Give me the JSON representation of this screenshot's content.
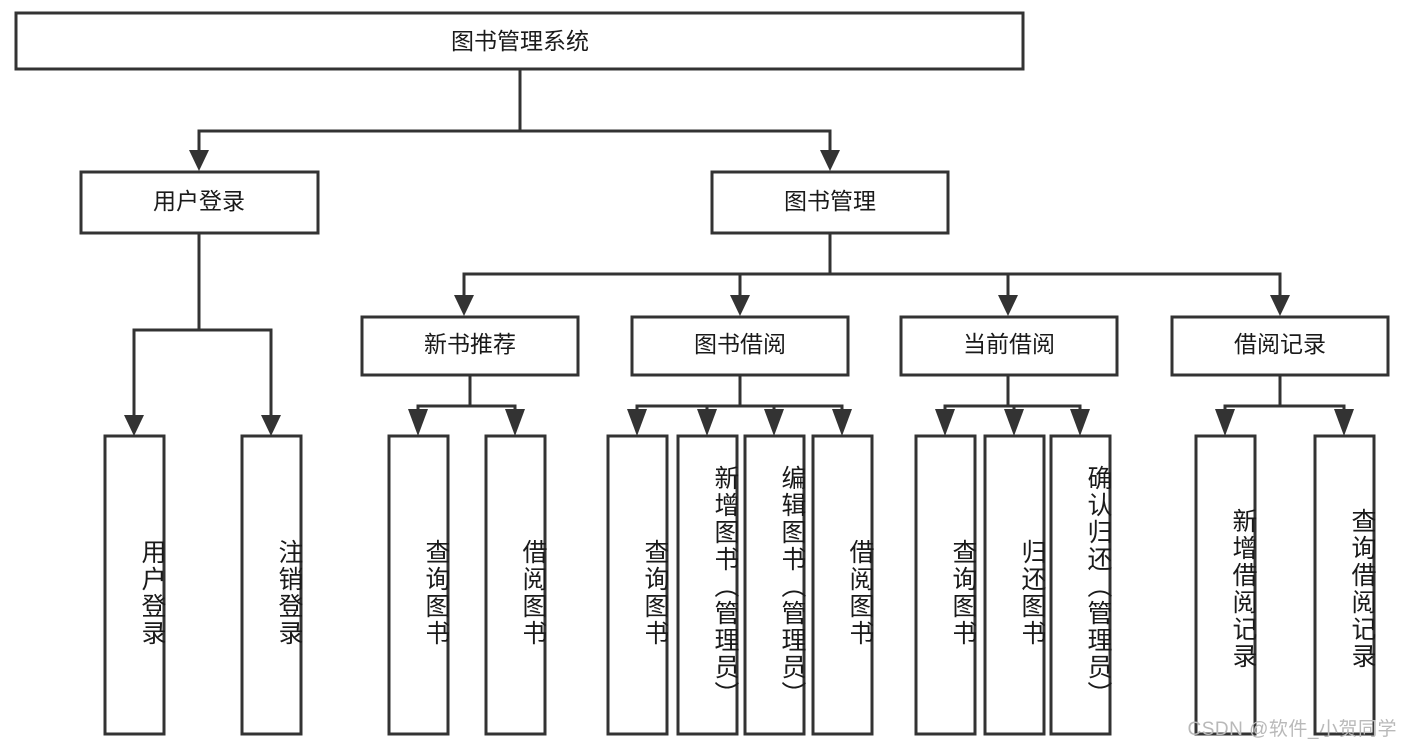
{
  "diagram": {
    "title": "图书管理系统",
    "type": "tree",
    "root": {
      "label": "图书管理系统"
    },
    "level1": [
      {
        "label": "用户登录"
      },
      {
        "label": "图书管理"
      }
    ],
    "level2": [
      {
        "label": "新书推荐"
      },
      {
        "label": "图书借阅"
      },
      {
        "label": "当前借阅"
      },
      {
        "label": "借阅记录"
      }
    ],
    "leaves": {
      "user_login": [
        {
          "label": "用户登录"
        },
        {
          "label": "注销登录"
        }
      ],
      "new_book_recommend": [
        {
          "label": "查询图书"
        },
        {
          "label": "借阅图书"
        }
      ],
      "book_borrow": [
        {
          "label": "查询图书"
        },
        {
          "label": "新增图书（管理员）"
        },
        {
          "label": "编辑图书（管理员）"
        },
        {
          "label": "借阅图书"
        }
      ],
      "current_borrow": [
        {
          "label": "查询图书"
        },
        {
          "label": "归还图书"
        },
        {
          "label": "确认归还（管理员）"
        }
      ],
      "borrow_record": [
        {
          "label": "新增借阅记录"
        },
        {
          "label": "查询借阅记录"
        }
      ]
    }
  },
  "watermark": {
    "text": "CSDN @软件_小贺同学"
  },
  "colors": {
    "stroke": "#333333",
    "fill": "#ffffff",
    "text": "#1a1a1a",
    "watermark": "#b9b9b9"
  }
}
